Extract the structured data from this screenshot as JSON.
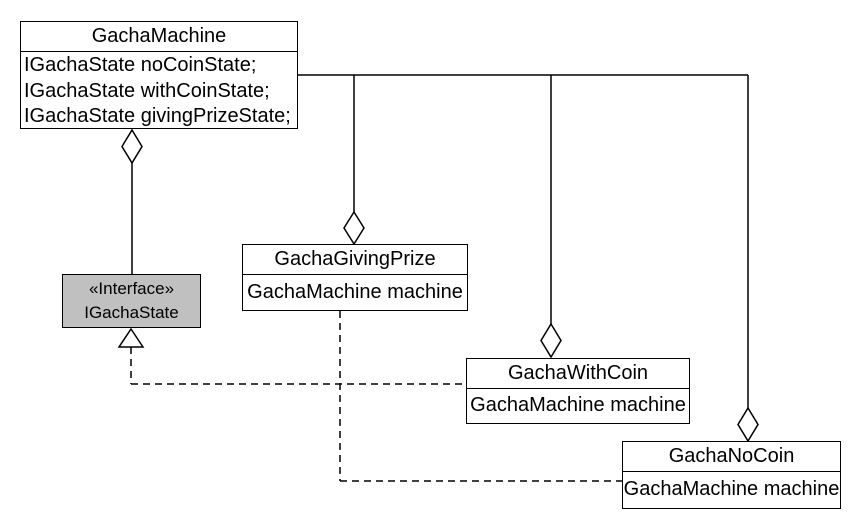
{
  "diagram": {
    "kind": "uml-class-diagram",
    "colors": {
      "background": "#ffffff",
      "line": "#000000",
      "class_fill": "#ffffff",
      "interface_fill": "#c0c0c0",
      "text": "#000000"
    },
    "classes": [
      {
        "name": "GachaMachine",
        "fields": [
          "IGachaState noCoinState;",
          "IGachaState withCoinState;",
          "IGachaState givingPrizeState;"
        ]
      },
      {
        "stereotype": "«Interface»",
        "name": "IGachaState",
        "fields": []
      },
      {
        "name": "GachaGivingPrize",
        "fields": [
          "GachaMachine machine"
        ]
      },
      {
        "name": "GachaWithCoin",
        "fields": [
          "GachaMachine machine"
        ]
      },
      {
        "name": "GachaNoCoin",
        "fields": [
          "GachaMachine machine"
        ]
      }
    ],
    "relationships": [
      {
        "from": "GachaMachine",
        "to": "IGachaState",
        "type": "aggregation"
      },
      {
        "from": "GachaMachine",
        "to": "GachaGivingPrize",
        "type": "aggregation"
      },
      {
        "from": "GachaMachine",
        "to": "GachaWithCoin",
        "type": "aggregation"
      },
      {
        "from": "GachaMachine",
        "to": "GachaNoCoin",
        "type": "aggregation"
      },
      {
        "from": "GachaGivingPrize",
        "to": "IGachaState",
        "type": "realization",
        "line_style": "dashed"
      },
      {
        "from": "GachaWithCoin",
        "to": "IGachaState",
        "type": "realization",
        "line_style": "dashed"
      },
      {
        "from": "GachaNoCoin",
        "to": "IGachaState",
        "type": "realization",
        "line_style": "dashed"
      }
    ]
  }
}
